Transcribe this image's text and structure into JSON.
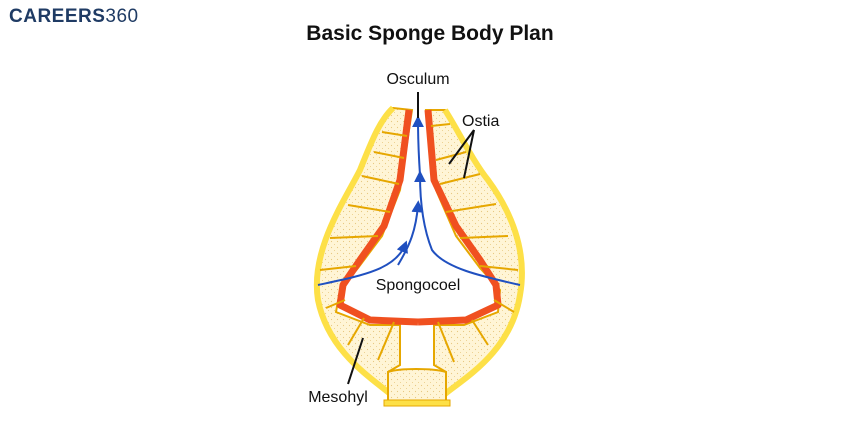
{
  "logo": {
    "word": "CAREERS",
    "number": "360"
  },
  "title": "Basic Sponge Body Plan",
  "labels": {
    "osculum": "Osculum",
    "ostia": "Ostia",
    "spongocoel": "Spongocoel",
    "mesohyl": "Mesohyl"
  },
  "colors": {
    "outer_wall": "#fde047",
    "wall_outline": "#e6a700",
    "mesohyl_fill": "#fff5d6",
    "choanocyte_layer": "#f05020",
    "water_flow_arrow": "#2050c0"
  }
}
